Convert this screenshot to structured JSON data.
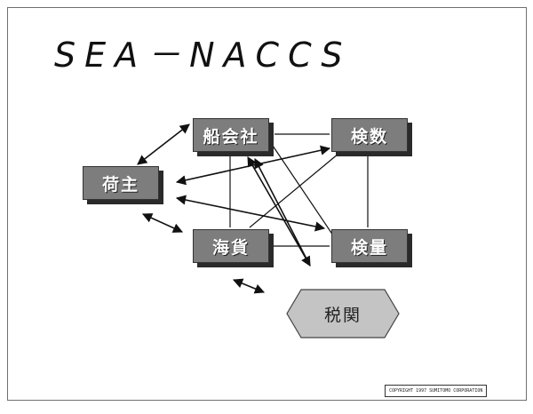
{
  "title": "SEA－NACCS",
  "nodes": {
    "shipping_company": "船会社",
    "inspection_top": "検数",
    "shipper": "荷主",
    "marine_cargo": "海貨",
    "inspection_bottom": "検量",
    "customs": "税関"
  },
  "copyright": "COPYRIGHT 1997 SUMITOMO CORPORATION",
  "colors": {
    "node_fill": "#7d7d7d",
    "node_shadow": "#2a2a2a",
    "customs_fill": "#c4c4c4",
    "line": "#111111"
  }
}
